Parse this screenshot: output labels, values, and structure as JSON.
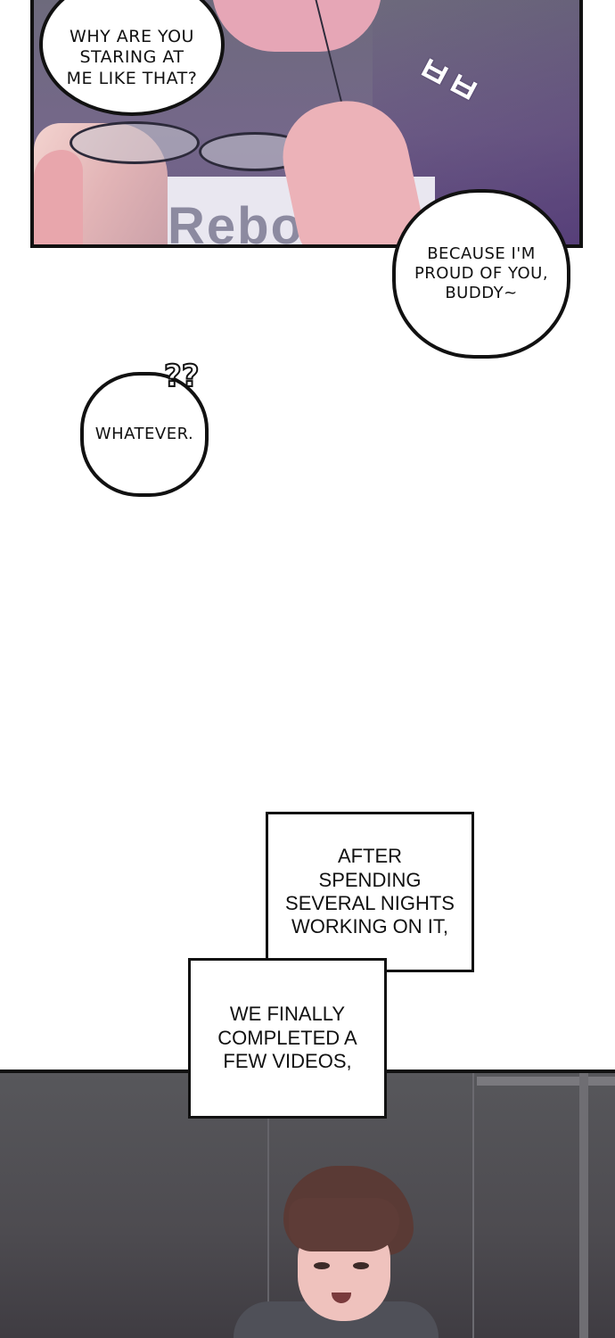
{
  "panels": {
    "top": {
      "shirt_print": "Rebo",
      "sfx": "ㅂㅂ"
    }
  },
  "bubbles": {
    "staring": "WHY ARE YOU STARING AT ME LIKE THAT?",
    "proud": "BECAUSE I'M PROUD OF YOU, BUDDY~",
    "whatever": "WHATEVER.",
    "question_marks": "??"
  },
  "captions": {
    "nights": "AFTER SPENDING SEVERAL NIGHTS WORKING ON IT,",
    "videos": "WE FINALLY COMPLETED A FEW VIDEOS,"
  }
}
